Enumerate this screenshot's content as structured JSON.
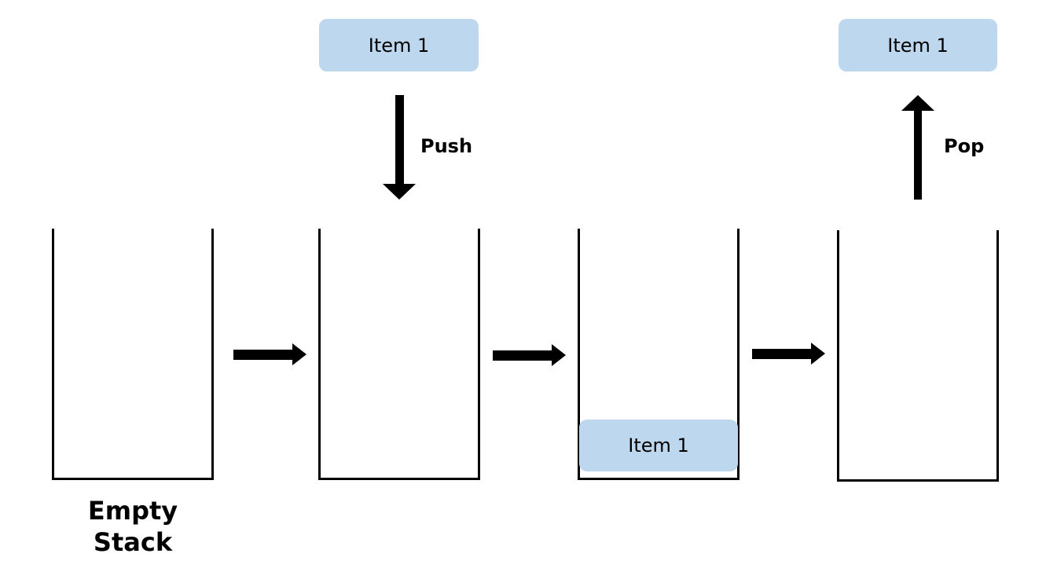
{
  "colors": {
    "item_fill": "#bdd7ee",
    "line": "#000000"
  },
  "stage1": {
    "caption_line1": "Empty",
    "caption_line2": "Stack"
  },
  "stage2": {
    "item_label": "Item 1",
    "operation_label": "Push"
  },
  "stage3": {
    "item_label": "Item 1"
  },
  "stage4": {
    "item_label": "Item 1",
    "operation_label": "Pop"
  }
}
